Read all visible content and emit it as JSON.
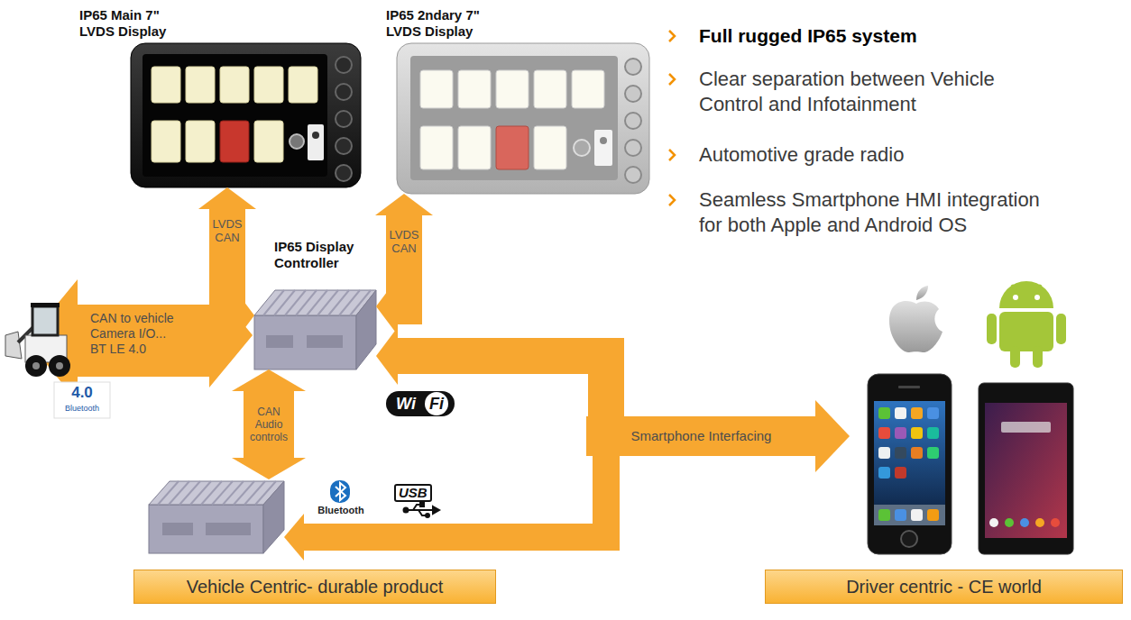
{
  "diagram": {
    "nodes": [
      {
        "text": [
          "IP65 Main 7\" LVDS Display"
        ]
      },
      {
        "text": [
          "IP65 2ndary 7\" LVDS Display"
        ]
      },
      {
        "text": [
          "IP65 Display Controller"
        ]
      },
      {
        "text": [
          "Bluetooth",
          "USB"
        ]
      },
      {
        "text": [
          "Smartphone Interfacing"
        ]
      },
      {
        "text": [
          "Vehicle Centric- durable product"
        ]
      },
      {
        "text": [
          "Driver centric - CE world"
        ]
      }
    ],
    "edges": [
      {
        "from": 0,
        "to": 2,
        "arrow": "both",
        "label": "LVDS CAN"
      },
      {
        "from": 1,
        "to": 2,
        "arrow": "both",
        "label": "LVDS CAN"
      },
      {
        "from": 2,
        "to": 3,
        "arrow": "both",
        "label": "CAN Audio controls"
      },
      {
        "from": 4,
        "to": 2,
        "arrow": "to"
      },
      {
        "from": 4,
        "to": 3,
        "arrow": "to"
      }
    ],
    "labels": [
      "Full rugged IP65 system",
      "Clear separation between Vehicle Control and Infotainment",
      "Automotive grade radio",
      "Seamless Smartphone HMI integration for both Apple and Android OS",
      "CAN to vehicle Camera I/O... BT LE 4.0",
      "4.0",
      "Bluetooth",
      "Wi",
      "Fi"
    ]
  }
}
